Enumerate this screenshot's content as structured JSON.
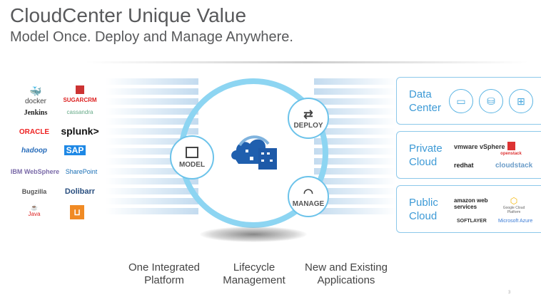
{
  "title": "CloudCenter Unique Value",
  "subtitle": "Model Once. Deploy and Manage Anywhere.",
  "apps": [
    "docker",
    "SUGARCRM",
    "Jenkins",
    "cassandra",
    "ORACLE",
    "splunk>",
    "hadoop",
    "SAP",
    "IBM WebSphere",
    "SharePoint",
    "Bugzilla",
    "Dolibarr",
    "Java",
    ""
  ],
  "lifecycle": {
    "model": "MODEL",
    "deploy": "DEPLOY",
    "manage": "MANAGE"
  },
  "targets": {
    "data_center": {
      "label1": "Data",
      "label2": "Center"
    },
    "private": {
      "label1": "Private",
      "label2": "Cloud",
      "vendors": [
        "vmware vSphere",
        "openstack",
        "redhat",
        "cloudstack"
      ]
    },
    "public": {
      "label1": "Public",
      "label2": "Cloud",
      "vendors": [
        "amazon web services",
        "Google Cloud Platform",
        "SOFTLAYER",
        "Microsoft Azure"
      ]
    }
  },
  "bottom": {
    "platform1": "One Integrated",
    "platform2": "Platform",
    "lifecycle1": "Lifecycle",
    "lifecycle2": "Management",
    "apps1": "New and Existing",
    "apps2": "Applications"
  },
  "page_number": "3",
  "colors": {
    "accent": "#3d9ad6",
    "ring": "#8dd5f2"
  }
}
